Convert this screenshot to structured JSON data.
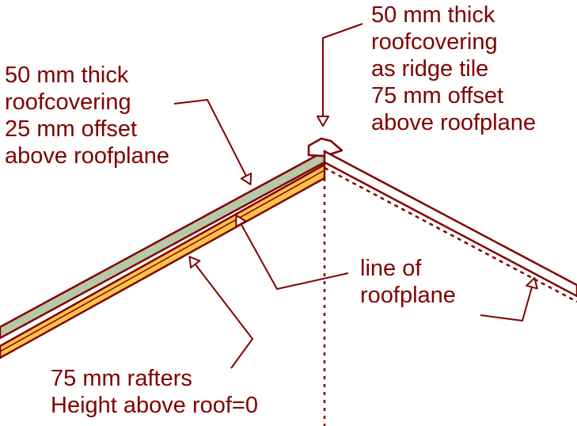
{
  "colors": {
    "line": "#800000",
    "text": "#800000",
    "roofcovering_fill": "#b5c8a8",
    "rafter_fill": "#ffc34a",
    "background": "#ffffff"
  },
  "labels": {
    "roofcovering_left": [
      "50 mm thick",
      "roofcovering",
      "25 mm offset",
      "above roofplane"
    ],
    "ridge_tile": [
      "50 mm thick",
      "roofcovering",
      "as ridge tile",
      "75 mm offset",
      "above roofplane"
    ],
    "roofplane": [
      "line of",
      "roofplane"
    ],
    "rafters": [
      "75 mm rafters",
      "Height above roof=0"
    ]
  }
}
